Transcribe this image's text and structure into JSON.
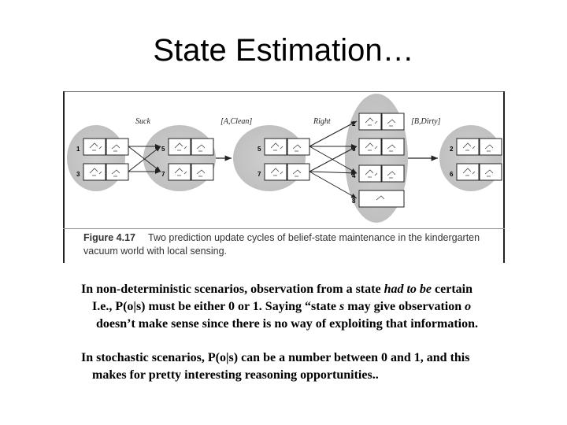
{
  "title": "State Estimation…",
  "figure": {
    "label_suck": "Suck",
    "label_aclean": "[A,Clean]",
    "label_right": "Right",
    "label_bdirty": "[B,Dirty]",
    "states": {
      "g1": [
        "1",
        "3"
      ],
      "g2": [
        "5",
        "7"
      ],
      "g3": [
        "5",
        "7"
      ],
      "g4": [
        "2",
        "6",
        "4",
        "8"
      ],
      "g5": [
        "2",
        "6"
      ]
    },
    "caption_label": "Figure 4.17",
    "caption_text": "Two prediction update cycles of belief-state maintenance in the kindergarten vacuum world with local sensing."
  },
  "paragraph1": {
    "line1_a": "In non-deterministic scenarios, observation from a state ",
    "line1_em": "had to be",
    "line1_b": " certain",
    "line2_a": "I.e., P(o|s) must be either 0 or 1. Saying “state ",
    "line2_s": "s",
    "line2_b": " may give observation ",
    "line2_o": "o",
    "line3": "doesn’t make sense since there is no way of exploiting that information."
  },
  "paragraph2": {
    "line1": "In stochastic scenarios, P(o|s) can be a number between 0 and 1, and this",
    "line2": "makes for pretty interesting reasoning opportunities.."
  }
}
